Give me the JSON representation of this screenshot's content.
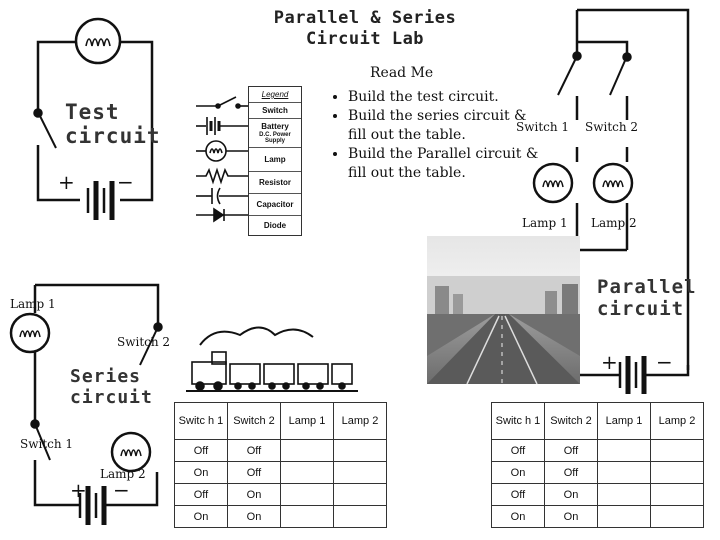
{
  "title_line1": "Parallel & Series",
  "title_line2": "Circuit Lab",
  "test_circuit": {
    "label_line1": "Test",
    "label_line2": "circuit"
  },
  "legend": {
    "heading": "Legend",
    "items": [
      "Switch",
      "Battery",
      "D.C. Power Supply",
      "Lamp",
      "Resistor",
      "Capacitor",
      "Diode"
    ]
  },
  "readme": {
    "heading": "Read Me",
    "items": [
      "Build the test circuit.",
      "Build the series circuit & fill out the table.",
      "Build the Parallel circuit & fill out the table."
    ]
  },
  "parallel": {
    "switch1": "Switch 1",
    "switch2": "Switch 2",
    "lamp1": "Lamp 1",
    "lamp2": "Lamp 2",
    "label_line1": "Parallel",
    "label_line2": "circuit"
  },
  "series": {
    "lamp1": "Lamp 1",
    "switch2": "Switch 2",
    "switch1": "Switch 1",
    "lamp2": "Lamp 2",
    "label_line1": "Series",
    "label_line2": "circuit"
  },
  "table_left": {
    "headers": [
      "Switc h 1",
      "Switch 2",
      "Lamp 1",
      "Lamp 2"
    ],
    "rows": [
      [
        "Off",
        "Off",
        "",
        ""
      ],
      [
        "On",
        "Off",
        "",
        ""
      ],
      [
        "Off",
        "On",
        "",
        ""
      ],
      [
        "On",
        "On",
        "",
        ""
      ]
    ]
  },
  "table_right": {
    "headers": [
      "Switc h 1",
      "Switch 2",
      "Lamp 1",
      "Lamp 2"
    ],
    "rows": [
      [
        "Off",
        "Off",
        "",
        ""
      ],
      [
        "On",
        "Off",
        "",
        ""
      ],
      [
        "Off",
        "On",
        "",
        ""
      ],
      [
        "On",
        "On",
        "",
        ""
      ]
    ]
  },
  "plus_sign": "+",
  "minus_sign": "−"
}
